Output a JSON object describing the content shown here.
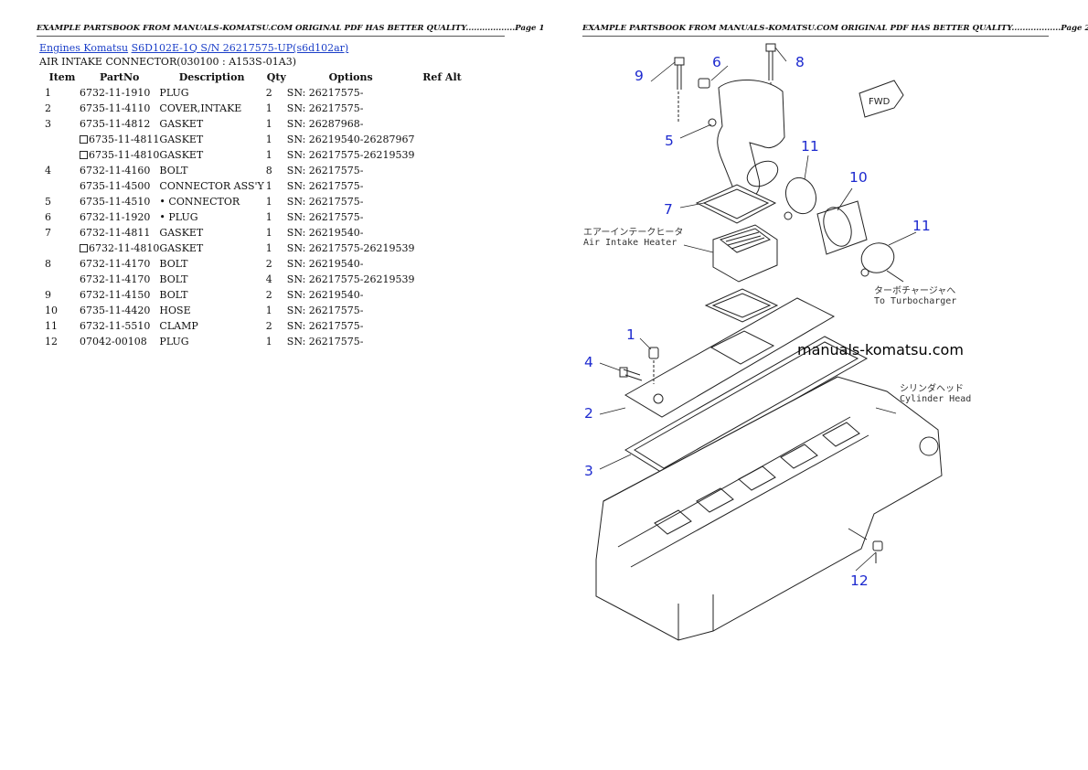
{
  "headers": {
    "left": "EXAMPLE PARTSBOOK FROM MANUALS-KOMATSU.COM ORIGINAL PDF HAS BETTER QUALITY..................Page 1",
    "right": "EXAMPLE PARTSBOOK FROM MANUALS-KOMATSU.COM ORIGINAL PDF HAS BETTER QUALITY..................Page 2"
  },
  "breadcrumb": {
    "link1": "Engines Komatsu",
    "link2": "S6D102E-1Q S/N 26217575-UP(s6d102ar)"
  },
  "section_title": "AIR INTAKE CONNECTOR(030100 : A153S-01A3)",
  "table": {
    "headers": {
      "item": "Item",
      "partno": "PartNo",
      "description": "Description",
      "qty": "Qty",
      "options": "Options",
      "refalt": "Ref Alt"
    },
    "rows": [
      {
        "item": "1",
        "partno": "6732-11-1910",
        "alt": false,
        "description": "PLUG",
        "qty": "2",
        "options": "SN: 26217575-"
      },
      {
        "item": "2",
        "partno": "6735-11-4110",
        "alt": false,
        "description": "COVER,INTAKE",
        "qty": "1",
        "options": "SN: 26217575-"
      },
      {
        "item": "3",
        "partno": "6735-11-4812",
        "alt": false,
        "description": "GASKET",
        "qty": "1",
        "options": "SN: 26287968-"
      },
      {
        "item": "",
        "partno": "6735-11-4811",
        "alt": true,
        "description": "GASKET",
        "qty": "1",
        "options": "SN: 26219540-26287967"
      },
      {
        "item": "",
        "partno": "6735-11-4810",
        "alt": true,
        "description": "GASKET",
        "qty": "1",
        "options": "SN: 26217575-26219539"
      },
      {
        "item": "4",
        "partno": "6732-11-4160",
        "alt": false,
        "description": "BOLT",
        "qty": "8",
        "options": "SN: 26217575-"
      },
      {
        "item": "",
        "partno": "6735-11-4500",
        "alt": false,
        "description": "CONNECTOR ASS'Y",
        "qty": "1",
        "options": "SN: 26217575-"
      },
      {
        "item": "5",
        "partno": "6735-11-4510",
        "alt": false,
        "description": "• CONNECTOR",
        "qty": "1",
        "options": "SN: 26217575-"
      },
      {
        "item": "6",
        "partno": "6732-11-1920",
        "alt": false,
        "description": "• PLUG",
        "qty": "1",
        "options": "SN: 26217575-"
      },
      {
        "item": "7",
        "partno": "6732-11-4811",
        "alt": false,
        "description": "GASKET",
        "qty": "1",
        "options": "SN: 26219540-"
      },
      {
        "item": "",
        "partno": "6732-11-4810",
        "alt": true,
        "description": "GASKET",
        "qty": "1",
        "options": "SN: 26217575-26219539"
      },
      {
        "item": "8",
        "partno": "6732-11-4170",
        "alt": false,
        "description": "BOLT",
        "qty": "2",
        "options": "SN: 26219540-"
      },
      {
        "item": "",
        "partno": "6732-11-4170",
        "alt": false,
        "description": "BOLT",
        "qty": "4",
        "options": "SN: 26217575-26219539"
      },
      {
        "item": "9",
        "partno": "6732-11-4150",
        "alt": false,
        "description": "BOLT",
        "qty": "2",
        "options": "SN: 26219540-"
      },
      {
        "item": "10",
        "partno": "6735-11-4420",
        "alt": false,
        "description": "HOSE",
        "qty": "1",
        "options": "SN: 26217575-"
      },
      {
        "item": "11",
        "partno": "6732-11-5510",
        "alt": false,
        "description": "CLAMP",
        "qty": "2",
        "options": "SN: 26217575-"
      },
      {
        "item": "12",
        "partno": "07042-00108",
        "alt": false,
        "description": "PLUG",
        "qty": "1",
        "options": "SN: 26217575-"
      }
    ]
  },
  "diagram": {
    "watermark": "manuals-komatsu.com",
    "label_heater_jp": "エアーインテークヒータ",
    "label_heater_en": "Air Intake Heater",
    "label_turbo_jp": "ターボチャージャへ",
    "label_turbo_en": "To Turbocharger",
    "label_head_jp": "シリンダヘッド",
    "label_head_en": "Cylinder Head",
    "fwd": "FWD",
    "callouts": [
      "1",
      "2",
      "3",
      "4",
      "5",
      "6",
      "7",
      "8",
      "9",
      "10",
      "11",
      "11",
      "12"
    ],
    "callout_color": "#1d2acf"
  }
}
